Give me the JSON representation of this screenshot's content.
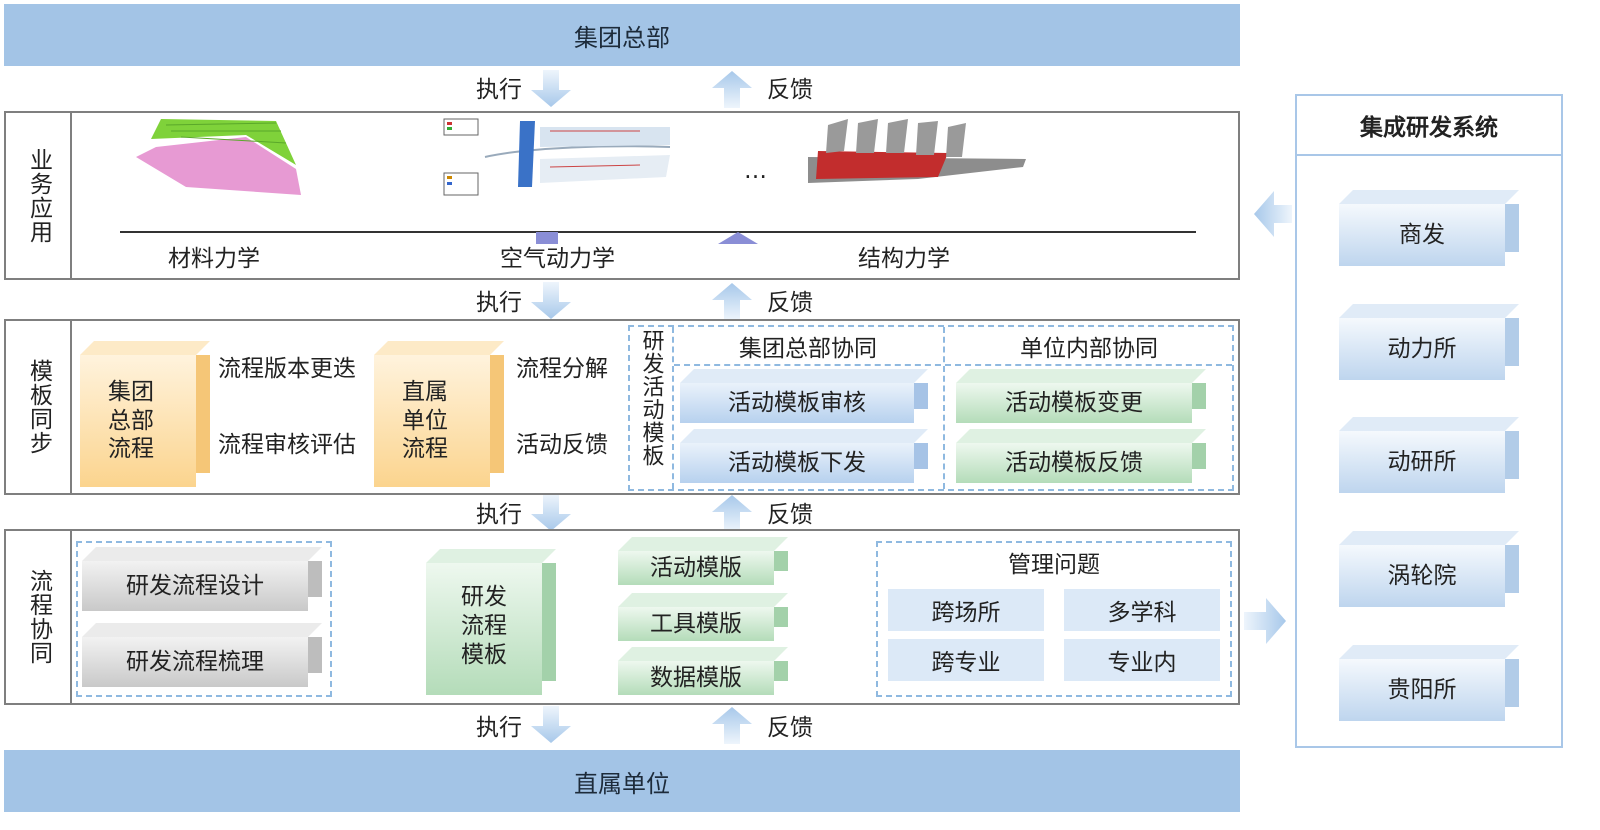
{
  "top_band": "集团总部",
  "bottom_band": "直属单位",
  "arrows": {
    "exec": "执行",
    "feedback": "反馈"
  },
  "rows": {
    "business": {
      "label": "业务应用",
      "ellipsis": "…",
      "disciplines": [
        "材料力学",
        "空气动力学",
        "结构力学"
      ]
    },
    "template": {
      "label": "模板同步",
      "group_process": "集团\n总部\n流程",
      "left_top": "流程版本更迭",
      "left_bottom": "流程审核评估",
      "unit_process": "直属\n单位\n流程",
      "mid_top": "流程分解",
      "mid_bottom": "活动反馈",
      "activity_template_title": "研发活动模板",
      "group_collab": "集团总部协同",
      "unit_collab": "单位内部协同",
      "review": "活动模板审核",
      "issue": "活动模板下发",
      "change": "活动模板变更",
      "feedback": "活动模板反馈"
    },
    "process": {
      "label": "流程协同",
      "design": "研发流程设计",
      "sort": "研发流程梳理",
      "rd_template": "研发\n流程\n模板",
      "activity_tpl": "活动模版",
      "tool_tpl": "工具模版",
      "data_tpl": "数据模版",
      "mgmt_title": "管理问题",
      "issues": [
        "跨场所",
        "多学科",
        "跨专业",
        "专业内"
      ]
    }
  },
  "system": {
    "title": "集成研发系统",
    "items": [
      "商发",
      "动力所",
      "动研所",
      "涡轮院",
      "贵阳所"
    ]
  }
}
